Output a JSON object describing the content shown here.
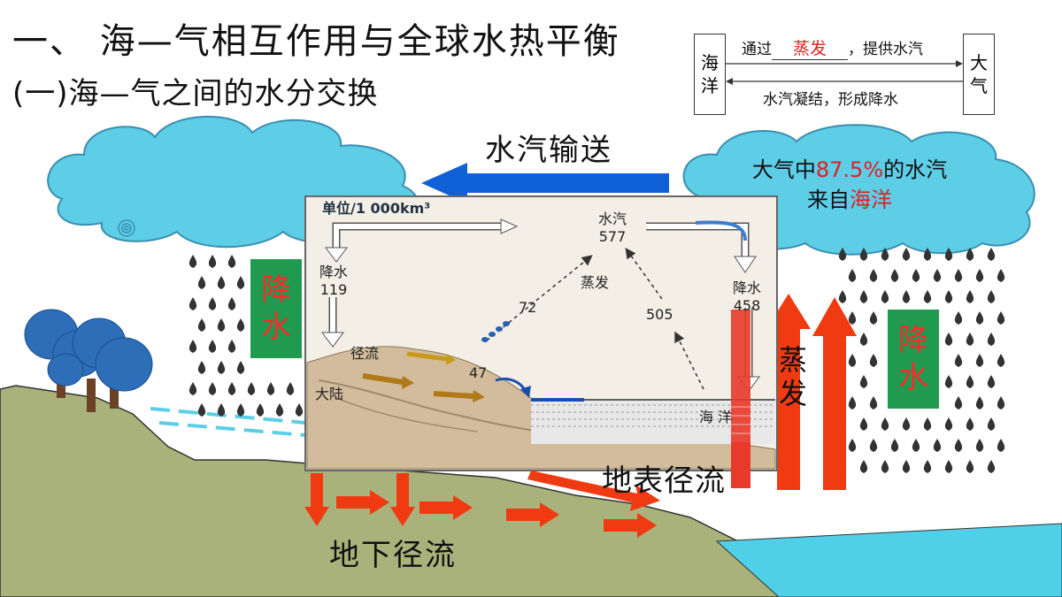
{
  "title": "一、 海—气相互作用与全球水热平衡",
  "subtitle": "(一)海—气之间的水分交换",
  "exchange_box": {
    "ocean_label": [
      "海",
      "洋"
    ],
    "atmos_label": [
      "大",
      "气"
    ],
    "top_prefix": "通过",
    "top_fill": "蒸发",
    "top_suffix": "，提供水汽",
    "bottom_text": "水汽凝结，形成降水"
  },
  "cloud_right": {
    "line1_a": "大气中",
    "line1_b": "87.5%",
    "line1_c": "的水汽",
    "line2_a": "来自",
    "line2_b": "海洋"
  },
  "vapor_transport": "水汽输送",
  "rain_left": [
    "降",
    "水"
  ],
  "rain_right": [
    "降",
    "水"
  ],
  "evaporation_side": [
    "蒸",
    "发"
  ],
  "surface_runoff": "地表径流",
  "ground_runoff": "地下径流",
  "inset": {
    "unit": "单位/1 000km³",
    "vapor": "水汽",
    "vapor_value": "577",
    "precip_land": "降水",
    "precip_land_value": "119",
    "precip_ocean": "降水",
    "precip_ocean_value": "458",
    "evaporation": "蒸发",
    "land_evap_value": "72",
    "ocean_evap_value": "505",
    "runoff": "径流",
    "runoff_value": "47",
    "continent": "大陆",
    "ocean": "海 洋"
  },
  "colors": {
    "cloud": "#5ecde6",
    "cloud_edge": "#3a8fb0",
    "grass": "#a9b27a",
    "sea": "#4fd0e8",
    "arrow_red": "#f03a12",
    "arrow_blue": "#1060d8",
    "badge_green": "#1f9a4f",
    "tree": "#2e6db8"
  }
}
